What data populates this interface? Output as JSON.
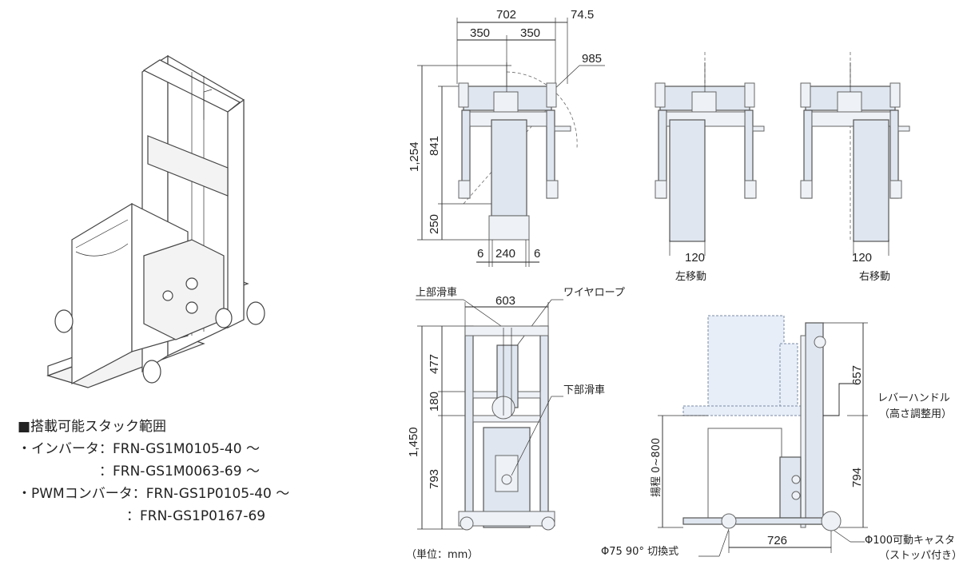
{
  "top_view": {
    "dim_702": "702",
    "dim_74_5": "74.5",
    "dim_350_left": "350",
    "dim_350_right": "350",
    "dim_985": "985",
    "dim_1254": "1,254",
    "dim_841": "841",
    "dim_250": "250",
    "dim_6_left": "6",
    "dim_240": "240",
    "dim_6_right": "6"
  },
  "left_shift": {
    "dim": "120",
    "label": "左移動"
  },
  "right_shift": {
    "dim": "120",
    "label": "右移動"
  },
  "front_view": {
    "upper_pulley": "上部滑車",
    "wire_rope": "ワイヤロープ",
    "lower_pulley": "下部滑車",
    "dim_603": "603",
    "dim_477": "477",
    "dim_180": "180",
    "dim_1450": "1,450",
    "dim_793": "793",
    "unit": "（単位：mm）"
  },
  "side_view": {
    "dim_657": "657",
    "dim_794": "794",
    "lift": "揚程 0~800",
    "lever_handle": "レバーハンドル",
    "lever_handle_note": "（高さ調整用）",
    "dim_726": "726",
    "caster_front": "Φ75 90° 切換式",
    "caster_rear": "Φ100可動キャスタ",
    "caster_rear_note": "（ストッパ付き）"
  },
  "notes": {
    "heading": "■搭載可能スタック範囲",
    "inverter_1": "・インバータ：FRN-GS1M0105-40 ～",
    "inverter_2": "　　　　　　：FRN-GS1M0063-69 ～",
    "pwm_1": "・PWMコンバータ：FRN-GS1P0105-40 ～",
    "pwm_2": "　　　　　　　　：FRN-GS1P0167-69"
  }
}
